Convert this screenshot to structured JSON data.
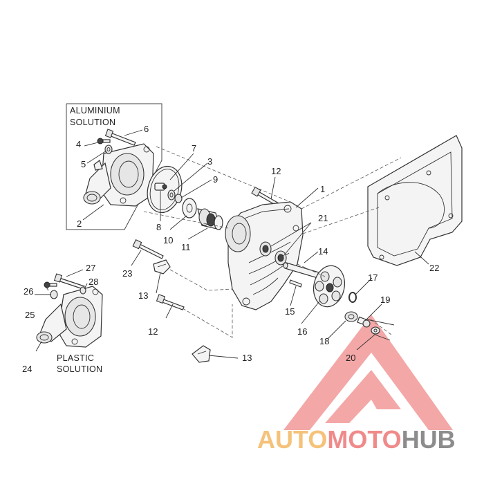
{
  "captions": {
    "aluminium_line1": "ALUMINIUM",
    "aluminium_line2": "SOLUTION",
    "plastic_line1": "PLASTIC",
    "plastic_line2": "SOLUTION"
  },
  "callouts": {
    "n1": "1",
    "n2": "2",
    "n3": "3",
    "n4": "4",
    "n5": "5",
    "n6": "6",
    "n7": "7",
    "n8": "8",
    "n9": "9",
    "n10": "10",
    "n11": "11",
    "n12a": "12",
    "n12b": "12",
    "n13a": "13",
    "n13b": "13",
    "n14": "14",
    "n15": "15",
    "n16": "16",
    "n17": "17",
    "n18": "18",
    "n19": "19",
    "n20": "20",
    "n21": "21",
    "n22": "22",
    "n23": "23",
    "n24": "24",
    "n25": "25",
    "n26": "26",
    "n27": "27",
    "n28": "28"
  },
  "watermark": {
    "part1": "AUTO",
    "part2": "MOTO",
    "part3": "HUB",
    "color_auto": "#f5c27a",
    "color_moto": "#f08a8a",
    "color_hub": "#8c8c8c"
  }
}
